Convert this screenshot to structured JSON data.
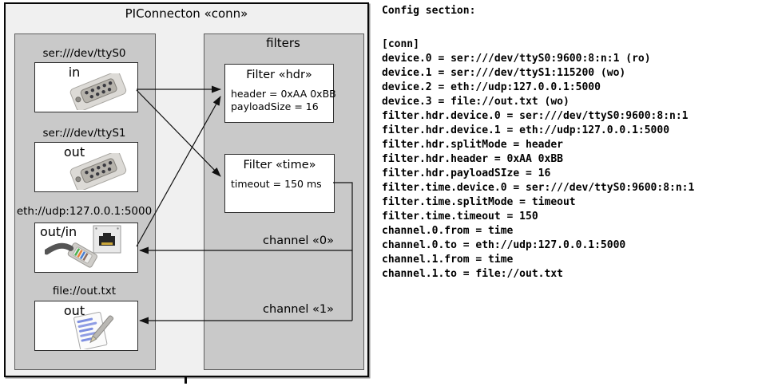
{
  "diagram": {
    "title": "PIConnecton «conn»",
    "devices_panel": {
      "devices": [
        {
          "url": "ser:///dev/ttyS0",
          "direction": "in",
          "icon": "serial-connector-icon"
        },
        {
          "url": "ser:///dev/ttyS1",
          "direction": "out",
          "icon": "serial-connector-icon"
        },
        {
          "url": "eth://udp:127.0.0.1:5000",
          "direction": "out/in",
          "icon": "ethernet-connector-icon"
        },
        {
          "url": "file://out.txt",
          "direction": "out",
          "icon": "notepad-icon"
        }
      ]
    },
    "filters_panel": {
      "label": "filters",
      "filters": [
        {
          "title": "Filter «hdr»",
          "attributes": [
            "header = 0xAA 0xBB",
            "payloadSize = 16"
          ]
        },
        {
          "title": "Filter «time»",
          "attributes": [
            "timeout = 150 ms"
          ]
        }
      ]
    },
    "channels": [
      {
        "label": "channel «0»",
        "from": "Filter «time»",
        "to": "eth://udp:127.0.0.1:5000"
      },
      {
        "label": "channel «1»",
        "from": "Filter «time»",
        "to": "file://out.txt"
      }
    ],
    "connections": [
      {
        "from": "ser:///dev/ttyS0",
        "to": "Filter «hdr»"
      },
      {
        "from": "ser:///dev/ttyS0",
        "to": "Filter «time»"
      },
      {
        "from": "eth://udp:127.0.0.1:5000",
        "to": "Filter «hdr»"
      }
    ]
  },
  "config": {
    "title": "Config section:",
    "lines": [
      "[conn]",
      "device.0 = ser:///dev/ttyS0:9600:8:n:1 (ro)",
      "device.1 = ser:///dev/ttyS1:115200 (wo)",
      "device.2 = eth://udp:127.0.0.1:5000",
      "device.3 = file://out.txt (wo)",
      "filter.hdr.device.0 = ser:///dev/ttyS0:9600:8:n:1",
      "filter.hdr.device.1 = eth://udp:127.0.0.1:5000",
      "filter.hdr.splitMode = header",
      "filter.hdr.header = 0xAA 0xBB",
      "filter.hdr.payloadSIze = 16",
      "filter.time.device.0 = ser:///dev/ttyS0:9600:8:n:1",
      "filter.time.splitMode = timeout",
      "filter.time.timeout = 150",
      "channel.0.from = time",
      "channel.0.to = eth://udp:127.0.0.1:5000",
      "channel.1.from = time",
      "channel.1.to = file://out.txt"
    ]
  },
  "colors": {
    "panel_fill": "#c9c9c9",
    "frame_fill": "#f0f0f0",
    "box_fill": "#ffffff",
    "wire": "#111111"
  }
}
